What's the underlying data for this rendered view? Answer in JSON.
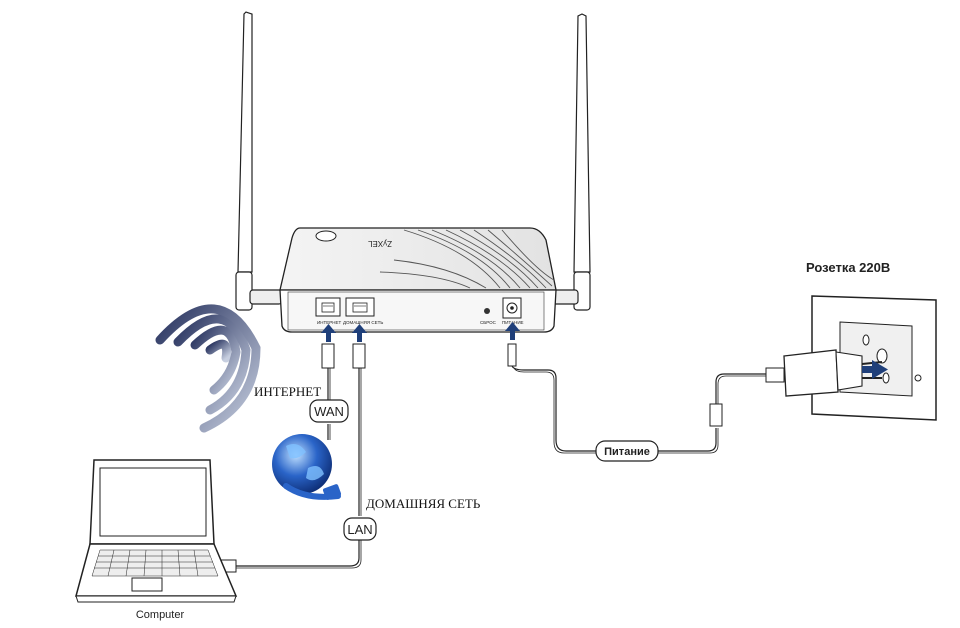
{
  "labels": {
    "outlet": "Розетка 220В",
    "internet": "ИНТЕРНЕТ",
    "wan": "WAN",
    "home_network": "ДОМАШНЯЯ СЕТЬ",
    "lan": "LAN",
    "power": "Питание",
    "computer": "Computer"
  },
  "router": {
    "brand": "ZyXEL",
    "port_internet": "ИНТЕРНЕТ",
    "port_home": "ДОМАШНЯЯ СЕТЬ",
    "reset": "СБРОС",
    "power_port": "ПИТАНИЕ"
  },
  "colors": {
    "arrow": "#1f3f7a",
    "globe": "#2a64c8",
    "wifi": "#27325e"
  }
}
